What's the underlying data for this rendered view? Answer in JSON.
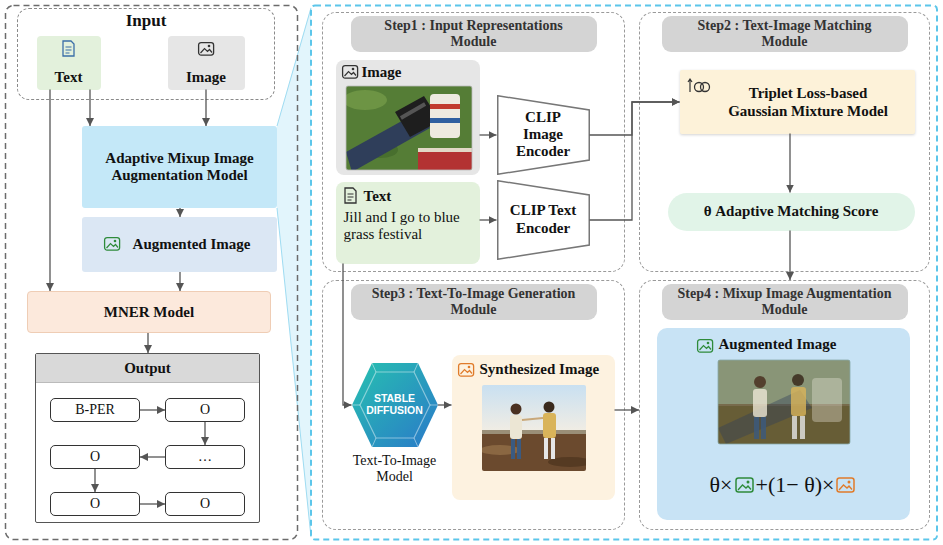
{
  "diagram": {
    "nodes": [
      {
        "text": [
          "Input"
        ]
      },
      {
        "text": [
          "Text"
        ],
        "in": 0
      },
      {
        "text": [
          "Image"
        ],
        "in": 0
      },
      {
        "text": [
          "Adaptive Mixup Image Augmentation Model"
        ]
      },
      {
        "text": [
          "Augmented Image"
        ]
      },
      {
        "text": [
          "MNER Model"
        ]
      },
      {
        "text": [
          "Output"
        ]
      },
      {
        "text": [
          "B-PER"
        ],
        "in": 6
      },
      {
        "text": [
          "O"
        ],
        "in": 6
      },
      {
        "text": [
          "O"
        ],
        "in": 6
      },
      {
        "text": [
          "…"
        ],
        "in": 6
      },
      {
        "text": [
          "O"
        ],
        "in": 6
      },
      {
        "text": [
          "O"
        ],
        "in": 6
      },
      {
        "text": [
          "Step1 : Input Representations Module"
        ]
      },
      {
        "text": [
          "Image"
        ],
        "in": 13
      },
      {
        "text": [
          "CLIP Image Encoder"
        ],
        "in": 13
      },
      {
        "text": [
          "Text",
          "Jill and I go to blue grass festival"
        ],
        "in": 13
      },
      {
        "text": [
          "CLIP Text Encoder"
        ],
        "in": 13
      },
      {
        "text": [
          "Step2 : Text-Image Matching Module"
        ]
      },
      {
        "text": [
          "Triplet Loss-based Gaussian Mixture Model"
        ],
        "in": 18
      },
      {
        "text": [
          "θ Adaptive Matching Score"
        ],
        "in": 18
      },
      {
        "text": [
          "Step3 : Text-To-Image Generation Module"
        ]
      },
      {
        "text": [
          "STABLE DIFFUSION",
          "Text-To-Image Model"
        ],
        "in": 21
      },
      {
        "text": [
          "Synthesized Image"
        ],
        "in": 21
      },
      {
        "text": [
          "Step4 : Mixup Image Augmentation Module"
        ]
      },
      {
        "text": [
          "Augmented Image"
        ],
        "in": 24
      }
    ],
    "edges": [
      {
        "from": 1,
        "to": 3,
        "arrow": "to"
      },
      {
        "from": 2,
        "to": 3,
        "arrow": "to"
      },
      {
        "from": 1,
        "to": 5,
        "arrow": "to"
      },
      {
        "from": 3,
        "to": 4,
        "arrow": "to"
      },
      {
        "from": 4,
        "to": 5,
        "arrow": "to"
      },
      {
        "from": 5,
        "to": 6,
        "arrow": "to"
      },
      {
        "from": 7,
        "to": 8,
        "arrow": "to"
      },
      {
        "from": 8,
        "to": 10,
        "arrow": "to"
      },
      {
        "from": 10,
        "to": 9,
        "arrow": "to"
      },
      {
        "from": 9,
        "to": 11,
        "arrow": "to"
      },
      {
        "from": 11,
        "to": 12,
        "arrow": "to"
      },
      {
        "from": 14,
        "to": 15,
        "arrow": "to"
      },
      {
        "from": 16,
        "to": 17,
        "arrow": "to"
      },
      {
        "from": 15,
        "to": 19,
        "arrow": "to"
      },
      {
        "from": 17,
        "to": 19,
        "arrow": "to"
      },
      {
        "from": 19,
        "to": 20,
        "arrow": "to"
      },
      {
        "from": 20,
        "to": 24,
        "arrow": "to"
      },
      {
        "from": 16,
        "to": 22,
        "arrow": "to"
      },
      {
        "from": 22,
        "to": 23,
        "arrow": "to"
      },
      {
        "from": 23,
        "to": 24,
        "arrow": "to"
      }
    ],
    "labels": [
      "θ×",
      "+(1− θ)×"
    ]
  }
}
